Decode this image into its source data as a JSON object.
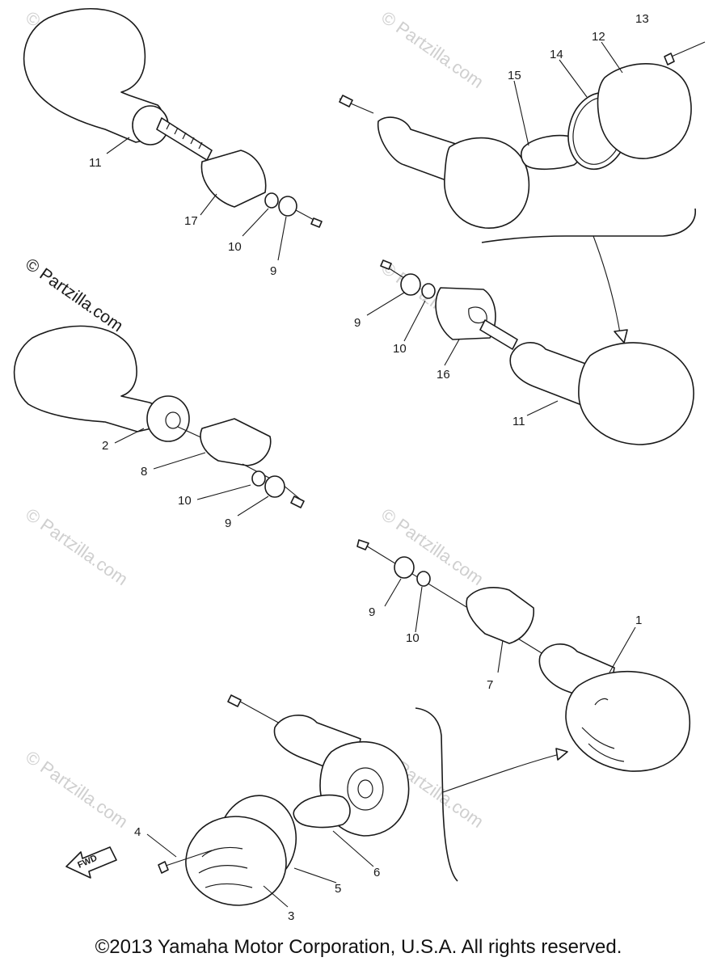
{
  "diagram": {
    "callouts": {
      "c1": "1",
      "c2": "2",
      "c3": "3",
      "c4": "4",
      "c5": "5",
      "c6": "6",
      "c7": "7",
      "c8": "8",
      "c9a": "9",
      "c9b": "9",
      "c9c": "9",
      "c9d": "9",
      "c10a": "10",
      "c10b": "10",
      "c10c": "10",
      "c10d": "10",
      "c11a": "11",
      "c11b": "11",
      "c12": "12",
      "c13": "13",
      "c14": "14",
      "c15": "15",
      "c16": "16",
      "c17": "17"
    },
    "fwd_label": "FWD"
  },
  "watermark": {
    "text": "© Partzilla.com"
  },
  "footer": {
    "copyright": "©2013 Yamaha Motor Corporation, U.S.A. All rights reserved."
  }
}
